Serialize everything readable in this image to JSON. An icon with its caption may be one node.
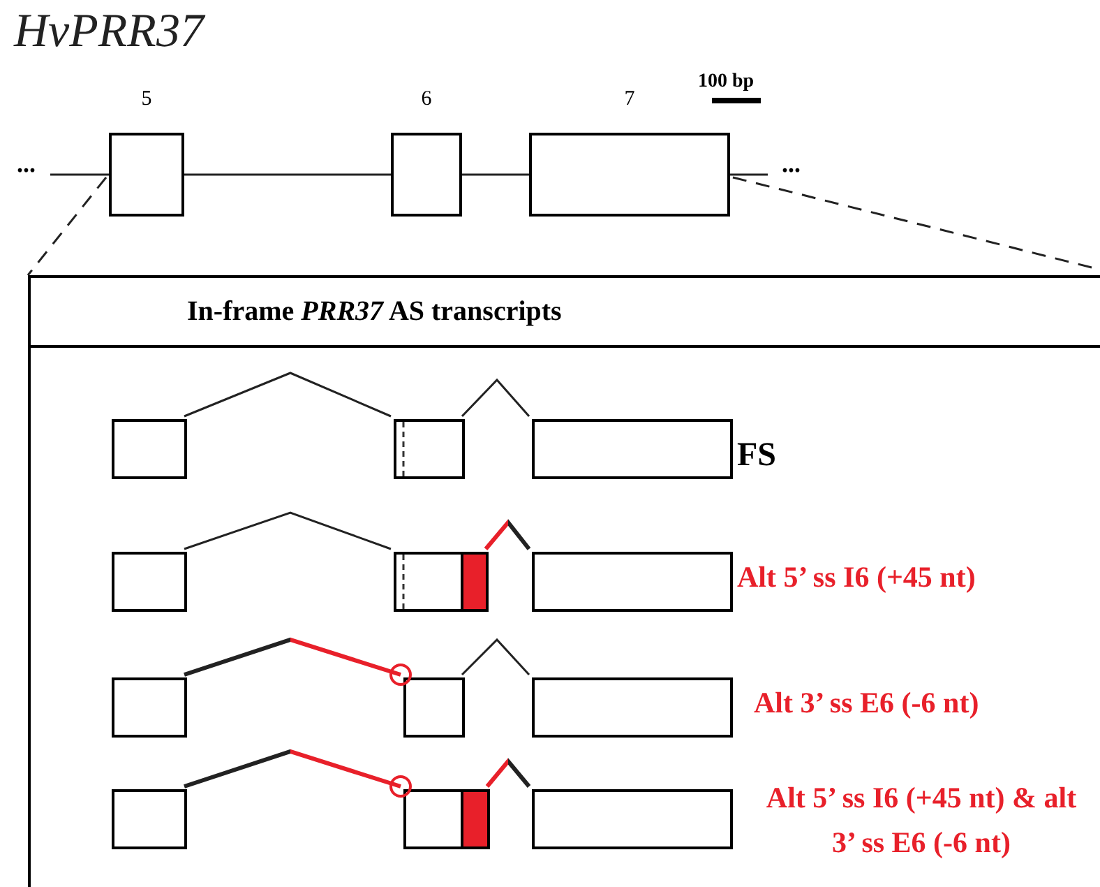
{
  "diagram": {
    "title": "HvPRR37",
    "nodes": [
      {
        "text": [
          "5"
        ]
      },
      {
        "text": [
          "6"
        ]
      },
      {
        "text": [
          "7"
        ]
      },
      {
        "text": [
          "In-frame *PRR37* AS transcripts"
        ]
      },
      {
        "text": [],
        "shape": "box",
        "in": 3
      },
      {
        "text": [],
        "shape": "box",
        "in": 3
      },
      {
        "text": [],
        "shape": "box",
        "in": 3
      },
      {
        "text": [],
        "shape": "box",
        "in": 3
      },
      {
        "text": [],
        "shape": "box",
        "in": 3
      },
      {
        "text": [],
        "shape": "box",
        "in": 3
      },
      {
        "text": [],
        "shape": "box",
        "in": 3
      },
      {
        "text": [],
        "shape": "box",
        "in": 3
      },
      {
        "text": [],
        "shape": "box",
        "in": 3
      },
      {
        "text": [],
        "shape": "box",
        "in": 3
      },
      {
        "text": [],
        "shape": "box",
        "in": 3
      },
      {
        "text": [],
        "shape": "box",
        "in": 3
      }
    ],
    "edges": [
      {
        "from": null,
        "to": 0,
        "arrow": "none"
      },
      {
        "from": 0,
        "to": 1,
        "arrow": "none"
      },
      {
        "from": 1,
        "to": 2,
        "arrow": "none"
      },
      {
        "from": 2,
        "to": null,
        "arrow": "none"
      },
      {
        "from": 0,
        "to": 3,
        "arrow": "none",
        "style": "dashed"
      },
      {
        "from": 2,
        "to": 3,
        "arrow": "none",
        "style": "dashed"
      },
      {
        "from": 4,
        "to": 5,
        "arrow": "none"
      },
      {
        "from": 5,
        "to": 6,
        "arrow": "none"
      },
      {
        "from": 7,
        "to": 8,
        "arrow": "none"
      },
      {
        "from": 8,
        "to": 9,
        "arrow": "none",
        "color": "#e8202a"
      },
      {
        "from": 10,
        "to": 11,
        "arrow": "none",
        "color": "#e8202a"
      },
      {
        "from": 11,
        "to": 12,
        "arrow": "none"
      },
      {
        "from": 13,
        "to": 14,
        "arrow": "none",
        "color": "#e8202a"
      },
      {
        "from": 14,
        "to": 15,
        "arrow": "none",
        "color": "#e8202a"
      }
    ],
    "labels": [
      "...",
      "...",
      "100 bp",
      "FS",
      "Alt 5’ ss I6 (+45 nt)",
      "Alt 3’ ss E6 (-6 nt)",
      "Alt 5’ ss I6 (+45 nt) & alt 3’ ss E6 (-6 nt)"
    ]
  }
}
